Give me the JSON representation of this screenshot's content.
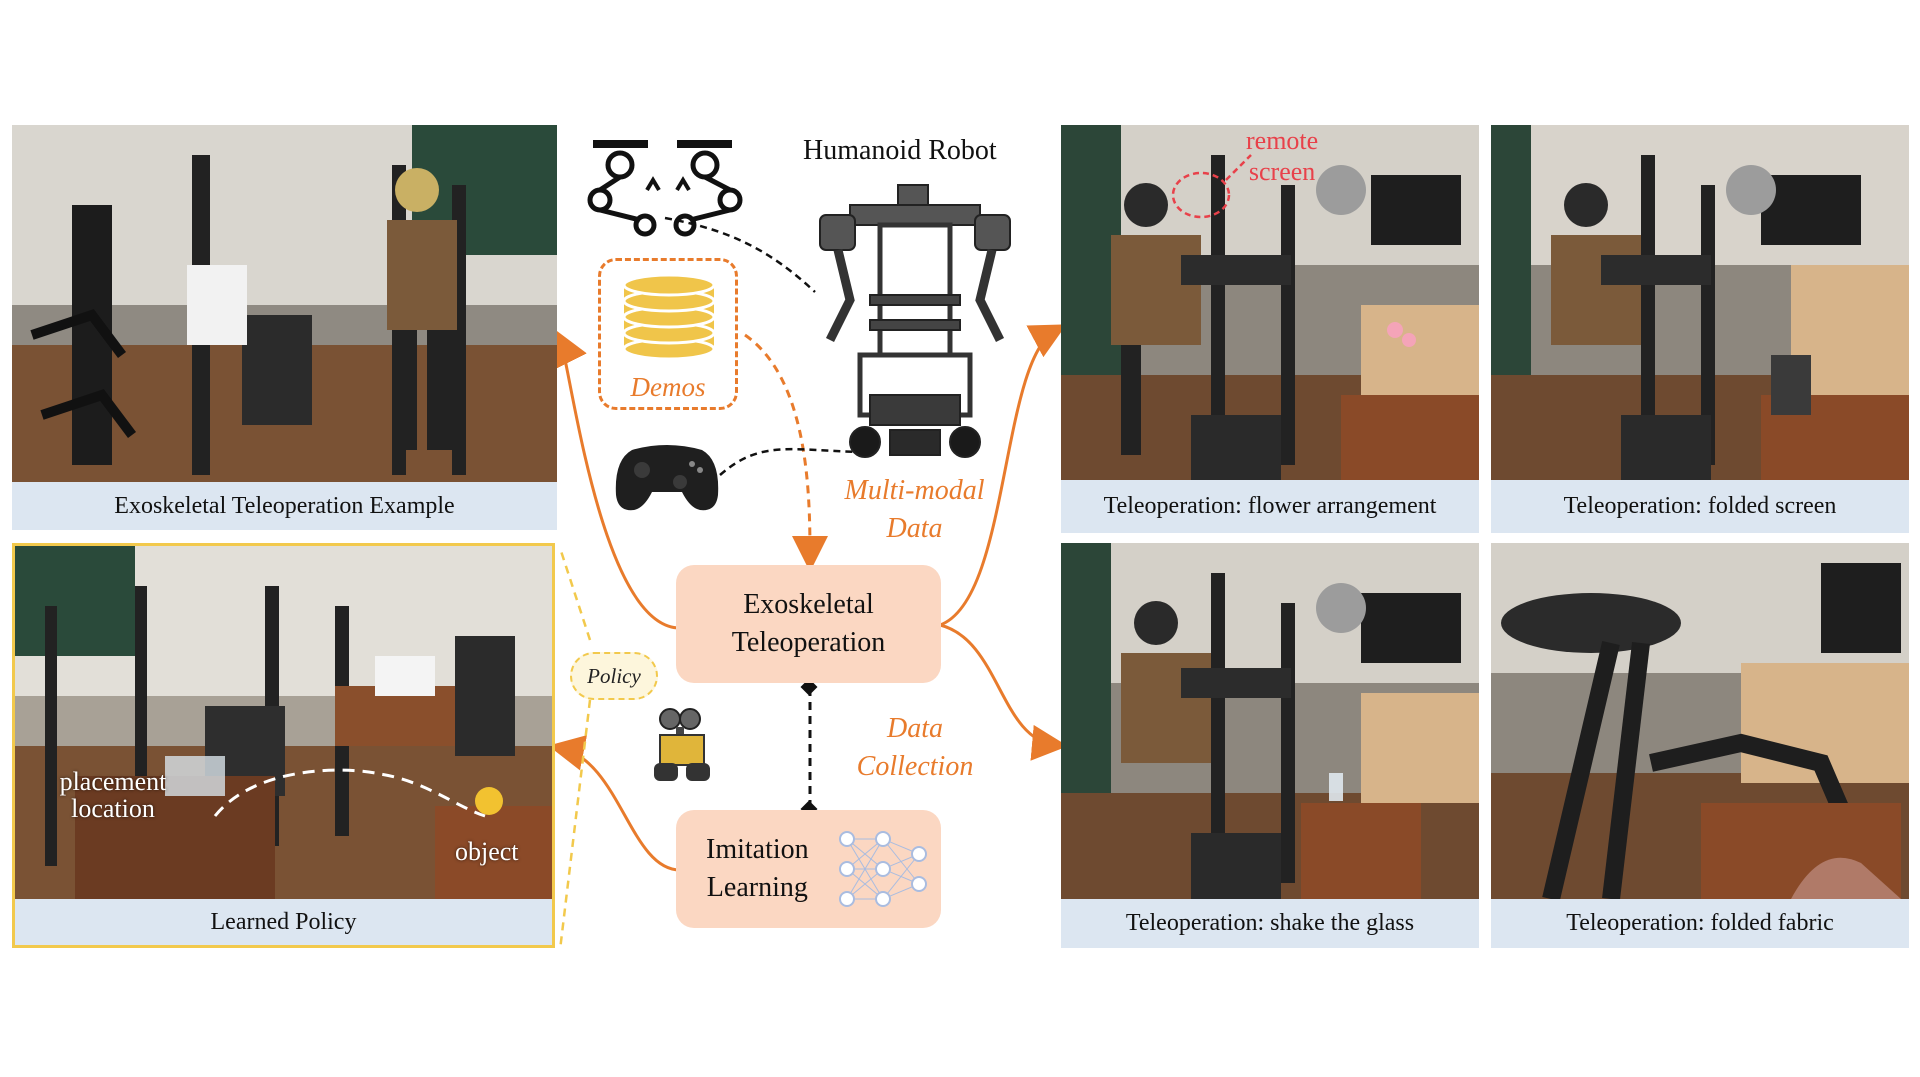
{
  "panels": {
    "exo_example": {
      "caption": "Exoskeletal Teleoperation Example"
    },
    "learned_policy": {
      "caption": "Learned Policy",
      "label_placement": "placement location",
      "label_object": "object"
    },
    "flower": {
      "caption": "Teleoperation: flower arrangement",
      "label_remote": "remote",
      "label_screen": "screen"
    },
    "folded_screen": {
      "caption": "Teleoperation: folded screen"
    },
    "shake_glass": {
      "caption": "Teleoperation: shake the glass"
    },
    "folded_fabric": {
      "caption": "Teleoperation: folded fabric"
    }
  },
  "center": {
    "humanoid_title": "Humanoid Robot",
    "demos": "Demos",
    "multimodal_line1": "Multi-modal",
    "multimodal_line2": "Data",
    "exo_line1": "Exoskeletal",
    "exo_line2": "Teleoperation",
    "data_collection_line1": "Data",
    "data_collection_line2": "Collection",
    "imitation_line1": "Imitation",
    "imitation_line2": "Learning",
    "policy_bubble": "Policy"
  },
  "colors": {
    "accent_orange": "#e87b2c",
    "box_fill": "#fbd7c2",
    "caption_fill": "#dce6f1",
    "highlight_yellow": "#f2c94c",
    "remote_red": "#e8414a"
  },
  "icons": [
    "ceiling-arm-icon",
    "database-icon",
    "gamepad-icon",
    "humanoid-robot-icon",
    "neural-network-icon",
    "walle-robot-icon"
  ]
}
